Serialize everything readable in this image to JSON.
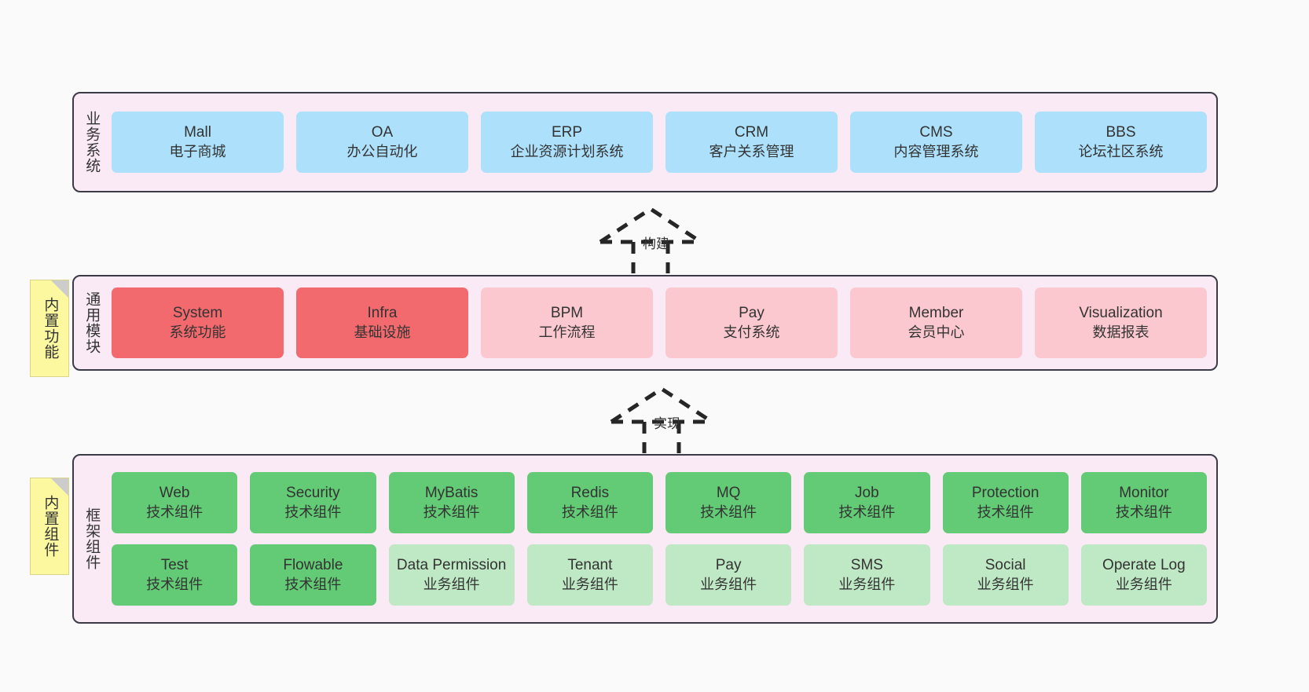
{
  "diagram": {
    "background": "#fafafa",
    "panel_fill": "#f9eaf5",
    "panel_border": "#3b3b47",
    "note_fill": "#fbf8a0"
  },
  "layers": [
    {
      "id": "business-systems",
      "title": "业务系统",
      "card_color": "#ace0fb",
      "cards": [
        {
          "name": "Mall",
          "desc": "电子商城"
        },
        {
          "name": "OA",
          "desc": "办公自动化"
        },
        {
          "name": "ERP",
          "desc": "企业资源计划系统"
        },
        {
          "name": "CRM",
          "desc": "客户关系管理"
        },
        {
          "name": "CMS",
          "desc": "内容管理系统"
        },
        {
          "name": "BBS",
          "desc": "论坛社区系统"
        }
      ]
    },
    {
      "id": "common-modules",
      "title": "通用模块",
      "note": "内置功能",
      "cards": [
        {
          "name": "System",
          "desc": "系统功能",
          "color": "#f36a6e",
          "variant": "red"
        },
        {
          "name": "Infra",
          "desc": "基础设施",
          "color": "#f36a6e",
          "variant": "red"
        },
        {
          "name": "BPM",
          "desc": "工作流程",
          "color": "#fbc8cf",
          "variant": "pink"
        },
        {
          "name": "Pay",
          "desc": "支付系统",
          "color": "#fbc8cf",
          "variant": "pink"
        },
        {
          "name": "Member",
          "desc": "会员中心",
          "color": "#fbc8cf",
          "variant": "pink"
        },
        {
          "name": "Visualization",
          "desc": "数据报表",
          "color": "#fbc8cf",
          "variant": "pink"
        }
      ]
    },
    {
      "id": "framework-components",
      "title": "框架组件",
      "note": "内置组件",
      "rows": [
        [
          {
            "name": "Web",
            "desc": "技术组件",
            "color": "#63ca75",
            "variant": "green"
          },
          {
            "name": "Security",
            "desc": "技术组件",
            "color": "#63ca75",
            "variant": "green"
          },
          {
            "name": "MyBatis",
            "desc": "技术组件",
            "color": "#63ca75",
            "variant": "green"
          },
          {
            "name": "Redis",
            "desc": "技术组件",
            "color": "#63ca75",
            "variant": "green"
          },
          {
            "name": "MQ",
            "desc": "技术组件",
            "color": "#63ca75",
            "variant": "green"
          },
          {
            "name": "Job",
            "desc": "技术组件",
            "color": "#63ca75",
            "variant": "green"
          },
          {
            "name": "Protection",
            "desc": "技术组件",
            "color": "#63ca75",
            "variant": "green"
          },
          {
            "name": "Monitor",
            "desc": "技术组件",
            "color": "#63ca75",
            "variant": "green"
          }
        ],
        [
          {
            "name": "Test",
            "desc": "技术组件",
            "color": "#63ca75",
            "variant": "green"
          },
          {
            "name": "Flowable",
            "desc": "技术组件",
            "color": "#63ca75",
            "variant": "green"
          },
          {
            "name": "Data Permission",
            "desc": "业务组件",
            "color": "#bfe8c5",
            "variant": "lightgreen"
          },
          {
            "name": "Tenant",
            "desc": "业务组件",
            "color": "#bfe8c5",
            "variant": "lightgreen"
          },
          {
            "name": "Pay",
            "desc": "业务组件",
            "color": "#bfe8c5",
            "variant": "lightgreen"
          },
          {
            "name": "SMS",
            "desc": "业务组件",
            "color": "#bfe8c5",
            "variant": "lightgreen"
          },
          {
            "name": "Social",
            "desc": "业务组件",
            "color": "#bfe8c5",
            "variant": "lightgreen"
          },
          {
            "name": "Operate Log",
            "desc": "业务组件",
            "color": "#bfe8c5",
            "variant": "lightgreen"
          }
        ]
      ]
    }
  ],
  "connectors": [
    {
      "id": "build",
      "label": "构建"
    },
    {
      "id": "implement",
      "label": "实现"
    }
  ]
}
